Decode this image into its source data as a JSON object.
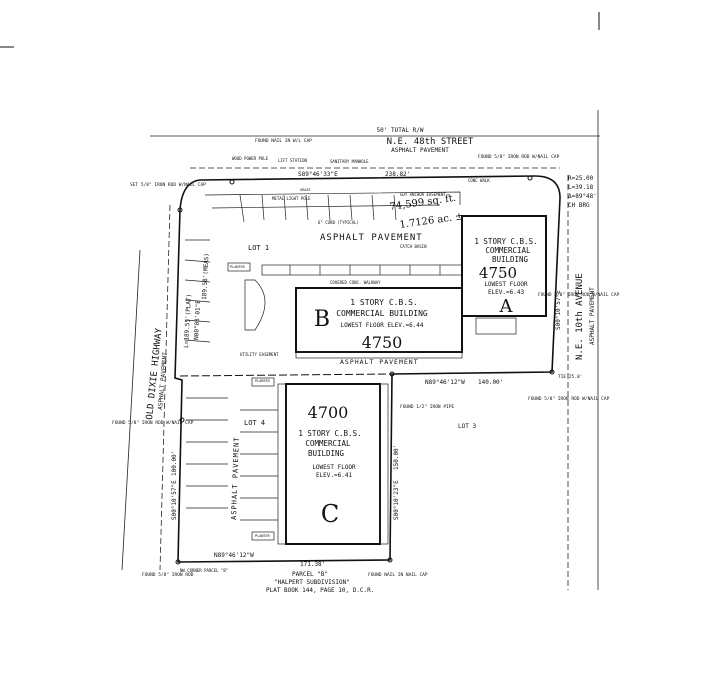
{
  "streets": {
    "north_row": "50' TOTAL R/W",
    "north_name": "N.E. 48th STREET",
    "north_paving": "ASPHALT PAVEMENT",
    "west_name": "OLD DIXIE HIGHWAY",
    "west_paving": "ASPHALT PAVEMENT",
    "east_name": "N.E. 10th AVENUE",
    "east_paving": "ASPHALT PAVEMENT"
  },
  "curve": {
    "radius": "R=25.00",
    "length": "L=39.18",
    "delta": "Δ=89°48'",
    "chord": "CH BRG"
  },
  "area": {
    "sqft": "74,599 sq. ft.",
    "acres": "1.7126 ac. ±"
  },
  "lots": {
    "lot1": "LOT 1",
    "lot3": "LOT 3",
    "lot4": "LOT 4"
  },
  "buildings": {
    "a": {
      "address": "4750",
      "letter": "A",
      "lines": [
        "1 STORY C.B.S.",
        "COMMERCIAL",
        "BUILDING",
        "LOWEST FLOOR",
        "ELEV.=6.43"
      ]
    },
    "b": {
      "address": "4750",
      "letter": "B",
      "lines": [
        "1 STORY C.B.S.",
        "COMMERCIAL BUILDING",
        "LOWEST FLOOR ELEV.=6.44"
      ]
    },
    "c": {
      "address": "4700",
      "letter": "C",
      "lines": [
        "1 STORY C.B.S.",
        "COMMERCIAL",
        "BUILDING",
        "LOWEST FLOOR",
        "ELEV.=6.41"
      ]
    }
  },
  "pavement_labels": {
    "north_lot": "ASPHALT PAVEMENT",
    "middle_drive": "ASPHALT PAVEMENT",
    "south_lot": "ASPHALT PAVEMENT"
  },
  "bearings": {
    "north_line": "S89°46'33\"E",
    "north_dist": "238.82'",
    "middle_line": "N89°46'12\"W",
    "middle_dist": "140.00'",
    "south_line": "N89°46'12\"W",
    "south_dist": "171.38'",
    "west_upper": "N00°08'01\"E",
    "west_lower": "S00°10'57\"E",
    "west_plat": "L=189.55'(PLAT)",
    "west_meas": "189.58'(MEAS)",
    "west_lower_dist": "100.00'",
    "east_c": "S00°10'23\"E",
    "east_c_dist": "150.00'",
    "east_upper": "S00°10'57\"E"
  },
  "monuments": {
    "found_nail_north": "FOUND NAIL IN W/L CAP",
    "found_58_ne": "FOUND 5/8\" IRON ROD W/NAIL CAP",
    "found_half": "FOUND 1/2\" IRON PIPE",
    "found_58_e": "FOUND 5/8\" IRON ROD W/NAIL CAP",
    "found_58_sw": "FOUND 5/8\" IRON ROD",
    "found_58_w": "FOUND 5/8\" IRON ROD W/NAIL CAP",
    "set_58": "SET 5/8\" IRON ROD W/NAIL CAP",
    "found_nail_south": "FOUND NAIL IN NAIL CAP",
    "found_58_se": "FOUND 5/8\" IRON ROD W/NAIL CAP"
  },
  "misc": {
    "planter": "PLANTER",
    "grass": "GRASS",
    "parcel": "PARCEL \"B\"",
    "subdivision": "\"HALPERT SUBDIVISION\"",
    "plat_book": "PLAT BOOK 144, PAGE 10, D.C.R.",
    "covered_walk": "COVERED CONC. WALKWAY",
    "catch_basin": "CATCH BASIN",
    "curb": "6\" CURB (TYPICAL)",
    "sanitary": "SANITARY MANHOLE",
    "lift_station": "LIFT STATION",
    "light_pole": "METAL LIGHT POLE",
    "tie": "TIE 25.0'",
    "nw_corner": "NW CORNER PARCEL \"B\"",
    "conc_walk": "CONC WALK",
    "wood_pole": "WOOD POWER POLE",
    "util_easement": "UTILITY EASEMENT",
    "ulld_easement": "GUY ANCHOR EASEMENT"
  }
}
